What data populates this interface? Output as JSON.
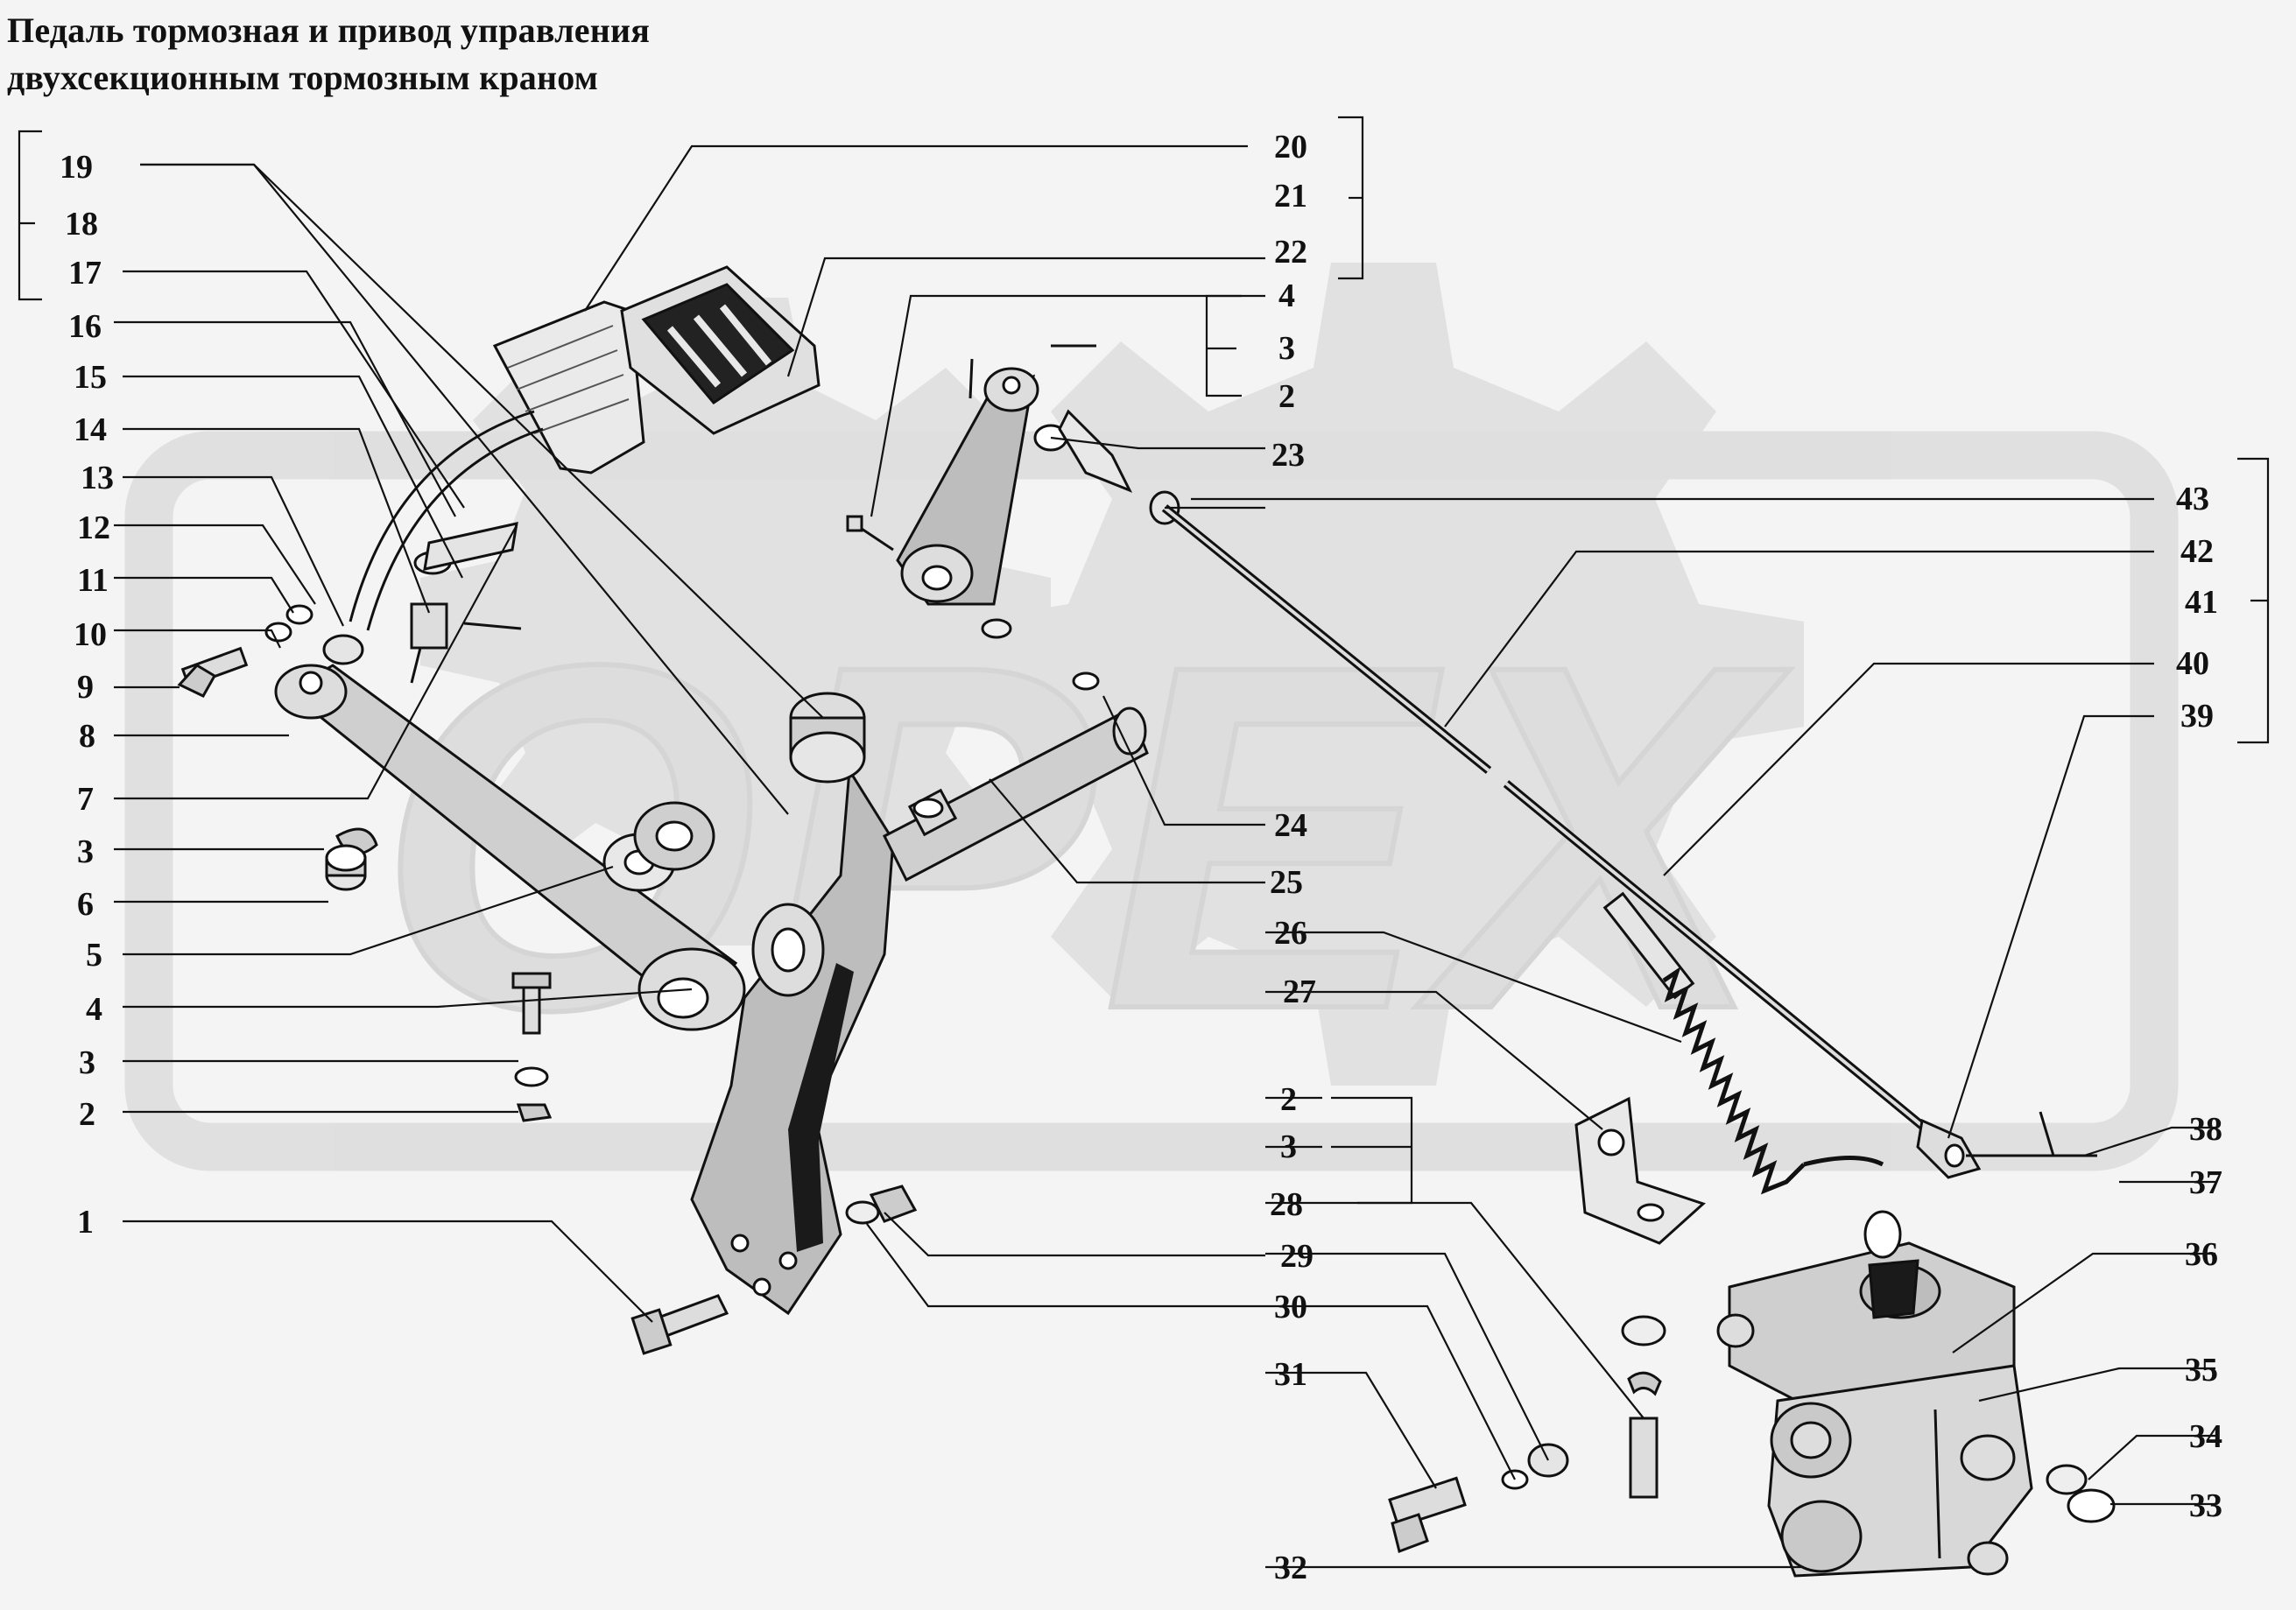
{
  "title": {
    "line1": "Педаль тормозная и привод управления",
    "line2": "двухсекционным тормозным краном"
  },
  "watermark": {
    "text": "OPEX",
    "color": "#d7d7d7"
  },
  "colors": {
    "ink": "#111111",
    "paper": "#f4f4f4",
    "shade": "#9a9a9a",
    "dark": "#1a1a1a"
  },
  "callouts_left": [
    "19",
    "18",
    "17",
    "16",
    "15",
    "14",
    "13",
    "12",
    "11",
    "10",
    "9",
    "8",
    "7",
    "3",
    "6",
    "5",
    "4",
    "3",
    "2",
    "1"
  ],
  "callouts_right": [
    "20",
    "21",
    "22",
    "4",
    "3",
    "2",
    "23",
    "43",
    "42",
    "41",
    "40",
    "39",
    "24",
    "25",
    "26",
    "27",
    "2",
    "3",
    "28",
    "29",
    "30",
    "31",
    "32",
    "38",
    "37",
    "36",
    "35",
    "34",
    "33"
  ]
}
